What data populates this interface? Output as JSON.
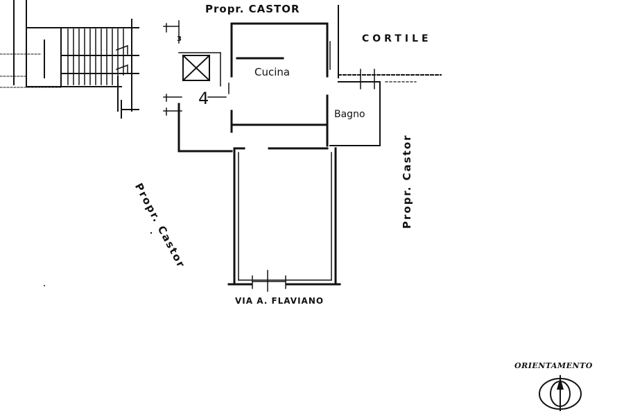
{
  "plan": {
    "neighbour_top": "Propr. CASTOR",
    "courtyard": "CORTILE",
    "kitchen": "Cucina",
    "bathroom": "Bagno",
    "unit_number": "4",
    "small_mark": "3",
    "neighbour_left": "Propr. Castor",
    "neighbour_right": "Propr. Castor",
    "street": "VIA A. FLAVIANO"
  },
  "compass": {
    "label": "ORIENTAMENTO"
  }
}
